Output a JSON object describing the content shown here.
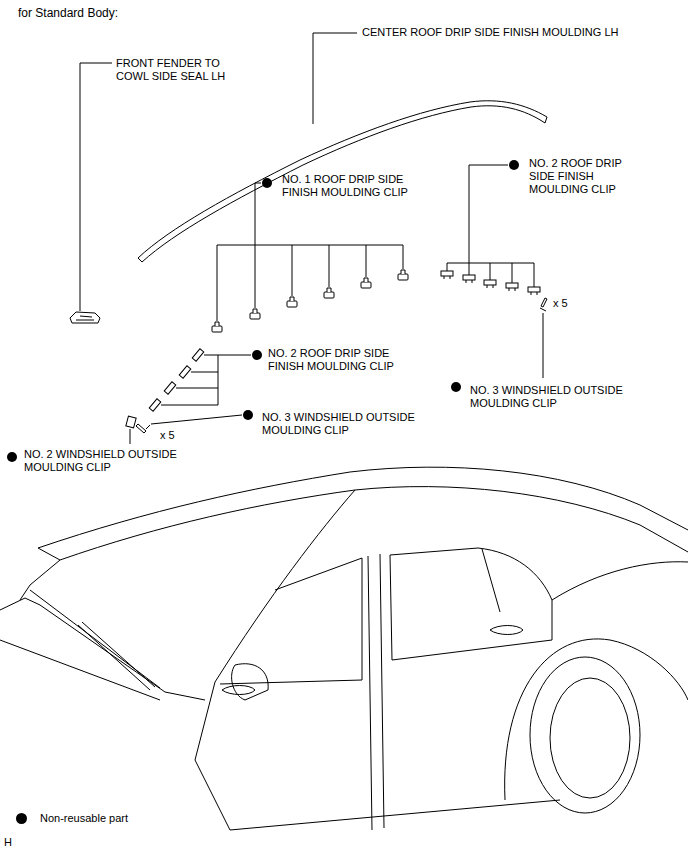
{
  "diagram": {
    "title": "for Standard Body:",
    "labels": [
      "CENTER ROOF DRIP SIDE FINISH MOULDING LH",
      "FRONT FENDER TO COWL SIDE SEAL LH",
      "NO. 1 ROOF DRIP SIDE FINISH MOULDING CLIP",
      "NO. 2 ROOF DRIP SIDE FINISH MOULDING CLIP",
      "x 5",
      "NO. 2 ROOF DRIP SIDE FINISH MOULDING CLIP",
      "NO. 3 WINDSHIELD OUTSIDE MOULDING CLIP",
      "NO. 3 WINDSHIELD OUTSIDE MOULDING CLIP",
      "x 5",
      "NO. 2 WINDSHIELD OUTSIDE MOULDING CLIP",
      "H"
    ],
    "legend": [
      {
        "text": "Non-reusable part"
      }
    ]
  }
}
